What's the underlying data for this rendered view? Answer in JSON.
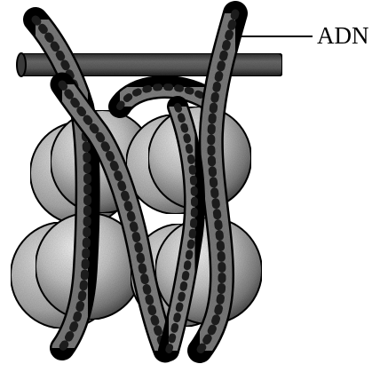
{
  "diagram": {
    "label": "ADN",
    "colors": {
      "background": "#ffffff",
      "outline": "#000000",
      "histone_light": "#f2f2f2",
      "histone_mid": "#b4b4b4",
      "histone_dark": "#3c3c3c",
      "dna_fill": "#7a7a7a",
      "dna_dark": "#2a2a2a",
      "rod_fill": "#4a4a4a"
    },
    "components": [
      {
        "name": "horizontal-dna-rod",
        "kind": "rod"
      },
      {
        "name": "histone-top-left",
        "kind": "histone"
      },
      {
        "name": "histone-top-right",
        "kind": "histone"
      },
      {
        "name": "histone-bottom-left",
        "kind": "histone"
      },
      {
        "name": "histone-bottom-right",
        "kind": "histone"
      },
      {
        "name": "dna-strand-left",
        "kind": "dna"
      },
      {
        "name": "dna-strand-right",
        "kind": "dna"
      },
      {
        "name": "dna-strand-crossing",
        "kind": "dna"
      }
    ]
  }
}
